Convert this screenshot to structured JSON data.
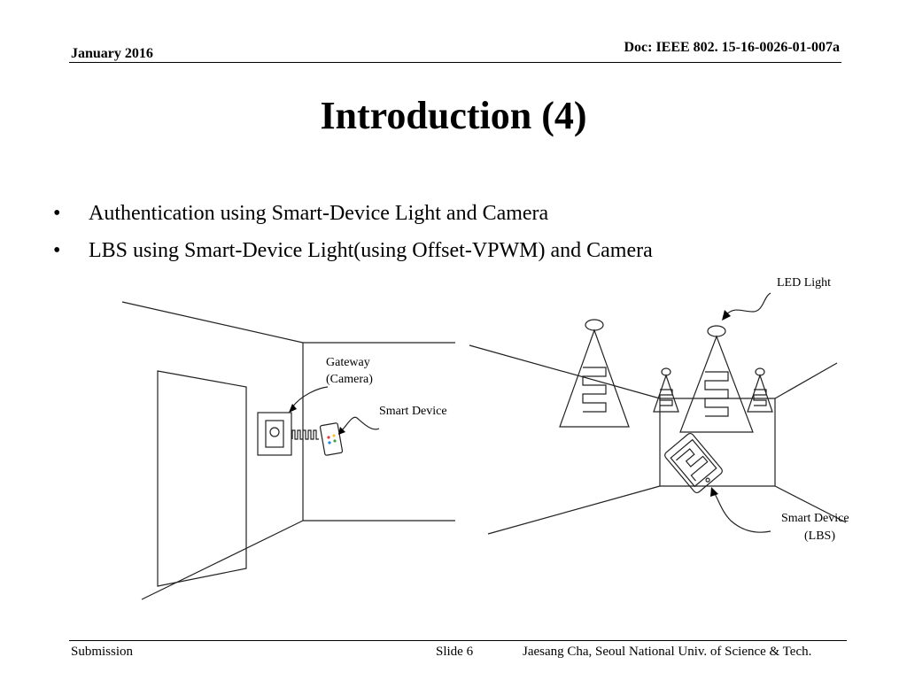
{
  "header": {
    "date": "January 2016",
    "doc": "Doc: IEEE 802. 15-16-0026-01-007a"
  },
  "title": "Introduction (4)",
  "bullets": [
    "Authentication using Smart-Device Light and Camera",
    "LBS using Smart-Device Light(using Offset-VPWM) and Camera"
  ],
  "diagram": {
    "gateway_line1": "Gateway",
    "gateway_line2": "(Camera)",
    "smart_device": "Smart Device",
    "led_light": "LED Light",
    "lbs_line1": "Smart Device",
    "lbs_line2": "(LBS)"
  },
  "footer": {
    "left": "Submission",
    "slide": "Slide 6",
    "right": "Jaesang Cha, Seoul National Univ. of  Science & Tech."
  },
  "colors": {
    "line": "#222222",
    "phone_dots": [
      "#e53935",
      "#fbc02d",
      "#1e88e5",
      "#43a047"
    ]
  }
}
